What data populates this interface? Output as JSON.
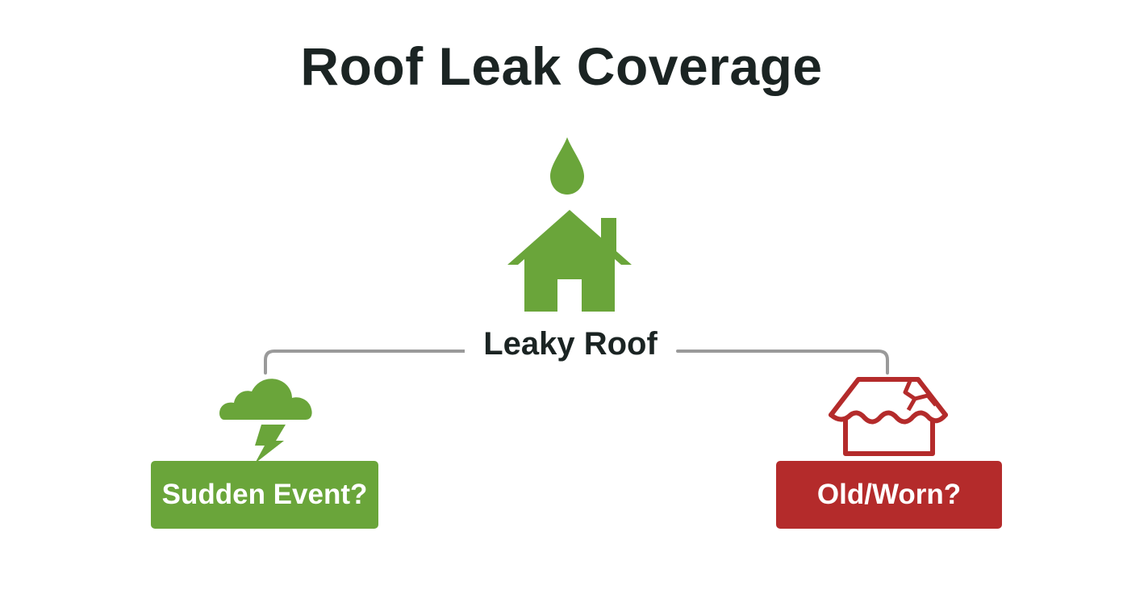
{
  "title": "Roof Leak Coverage",
  "center_node": {
    "label": "Leaky Roof",
    "icons": [
      "water-drop-icon",
      "house-icon"
    ]
  },
  "branches": [
    {
      "label": "Sudden Event?",
      "icon": "storm-cloud-lightning-icon",
      "color": "#6aa53a"
    },
    {
      "label": "Old/Worn?",
      "icon": "damaged-roof-icon",
      "color": "#b42b2b"
    }
  ],
  "colors": {
    "green": "#6aa53a",
    "red": "#b42b2b",
    "text": "#1b2423",
    "connector": "#9a9a9a"
  }
}
